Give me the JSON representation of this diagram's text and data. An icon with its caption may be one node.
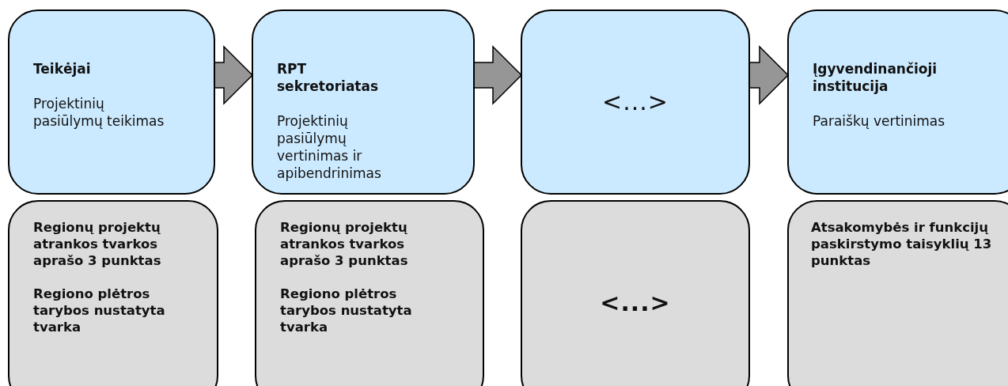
{
  "diagram": {
    "nodes": [
      {
        "text": [
          "Teikėjai",
          "Projektinių pasiūlymų teikimas"
        ]
      },
      {
        "text": [
          "RPT sekretoriatas",
          "Projektinių pasiūlymų vertinimas ir apibendrinimas"
        ]
      },
      {
        "text": [
          "<...>"
        ]
      },
      {
        "text": [
          "Įgyvendinančioji institucija",
          "Paraiškų vertinimas"
        ]
      },
      {
        "text": [
          "Regionų projektų atrankos tvarkos aprašo 3 punktas",
          "Regiono plėtros tarybos nustatyta tvarka"
        ]
      },
      {
        "text": [
          "Regionų projektų atrankos tvarkos aprašo 3 punktas",
          "Regiono plėtros tarybos nustatyta tvarka"
        ]
      },
      {
        "text": [
          "<...>"
        ]
      },
      {
        "text": [
          "Atsakomybės ir funkcijų paskirstymo taisyklių 13 punktas"
        ]
      }
    ],
    "edges": [
      {
        "from": 0,
        "to": 1,
        "arrow": "to"
      },
      {
        "from": 1,
        "to": 2,
        "arrow": "to"
      },
      {
        "from": 2,
        "to": 3,
        "arrow": "to"
      }
    ]
  }
}
